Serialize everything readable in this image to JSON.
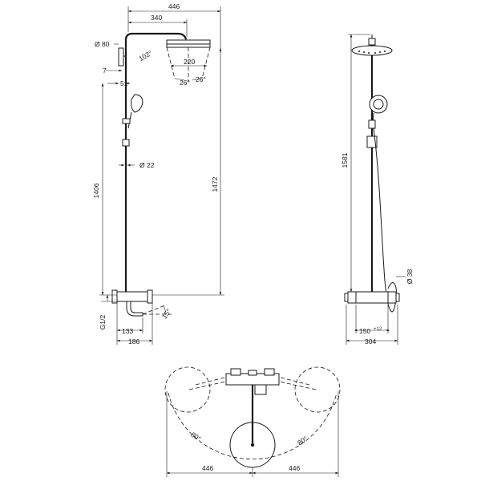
{
  "diagram": {
    "front_view": {
      "top_width": "446",
      "arm_length": "340",
      "bracket_diameter": "Ø 80",
      "arm_angle": "102°",
      "head_width": "220",
      "tilt_left": "26°",
      "tilt_right": "26°",
      "bracket_offset": "7",
      "bracket_depth": "51",
      "rail_height": "1406",
      "pipe_diameter": "Ø 22",
      "overall_height": "1472",
      "thread": "G1/2",
      "spout_angle": "15°",
      "spout_reach": "133",
      "mixer_depth": "186"
    },
    "side_view": {
      "overall_height": "1581",
      "hose_diameter": "Ø 38",
      "centres": "150",
      "centres_tolerance": "+12",
      "total_width": "304"
    },
    "plan_view": {
      "rotation_left": "80°",
      "rotation_right": "80°",
      "reach_left": "446",
      "reach_right": "446"
    }
  }
}
